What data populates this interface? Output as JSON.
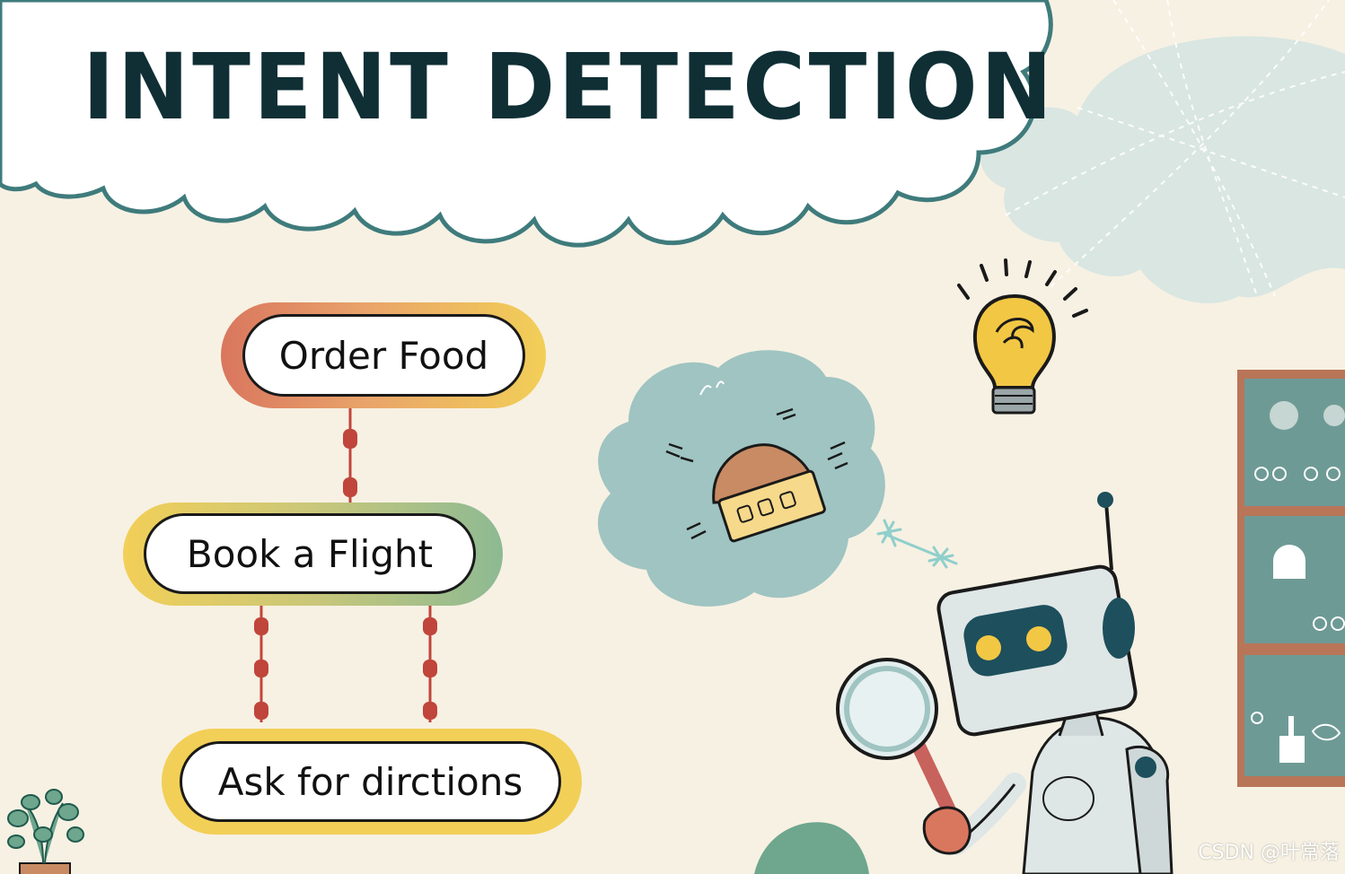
{
  "title": "INTENT DETECTION",
  "intents": [
    {
      "label": "Order Food"
    },
    {
      "label": "Book a Flight"
    },
    {
      "label": "Ask for dirctions"
    }
  ],
  "watermark": "CSDN @叶常落",
  "colors": {
    "background": "#f7f1e3",
    "title_text": "#0f2f35",
    "cloud_outline": "#3f7b7c",
    "pill_red": "#d9765e",
    "pill_yellow": "#f2cf57",
    "pill_green": "#8dba93",
    "connector": "#c0453b",
    "thought_cloud": "#9fc4c2",
    "robot_body": "#dfe6e6",
    "robot_dark": "#1d4f5c"
  },
  "icons": [
    "lightbulb-icon",
    "burger-icon",
    "robot-icon",
    "magnifying-glass-icon",
    "plant-icon",
    "shelf-icon"
  ]
}
